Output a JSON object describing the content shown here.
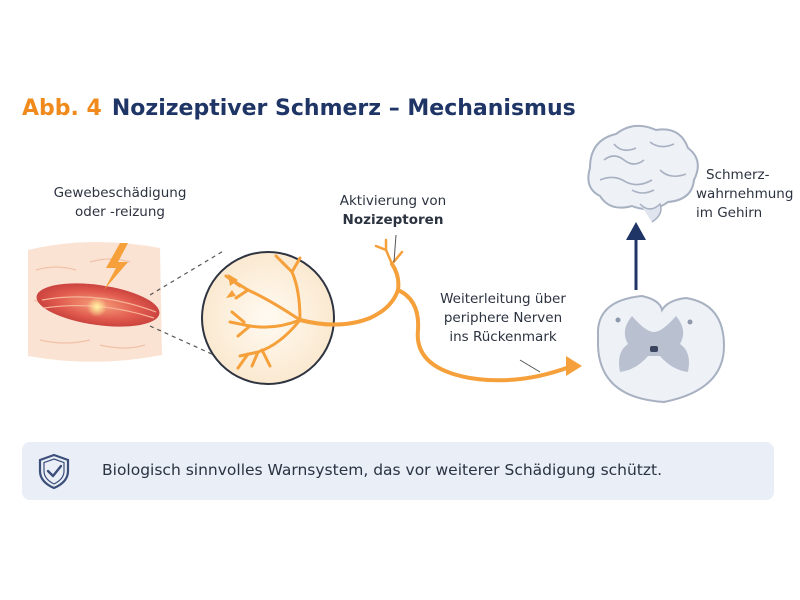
{
  "title": {
    "figure_number": "Abb. 4",
    "text": "Nozizeptiver Schmerz – Mechanismus"
  },
  "labels": {
    "tissue_damage": [
      "Gewebeschädigung",
      "oder -reizung"
    ],
    "activation": [
      "Aktivierung von",
      "Nozizeptoren"
    ],
    "transmission": [
      "Weiterleitung über",
      "periphere Nerven",
      "ins Rückenmark"
    ],
    "perception": [
      "Schmerz-",
      "wahrnehmung",
      "im Gehirn"
    ]
  },
  "banner": {
    "text": "Biologisch sinnvolles Warnsystem, das vor weiterer Schädigung schützt.",
    "icon": "shield-check-icon"
  },
  "colors": {
    "accent_orange": "#f5a03a",
    "title_orange": "#f08a1c",
    "title_navy": "#1f3566",
    "tissue_red": "#d9534f",
    "banner_bg": "#e9eef7",
    "arrow_navy": "#1f3566"
  }
}
